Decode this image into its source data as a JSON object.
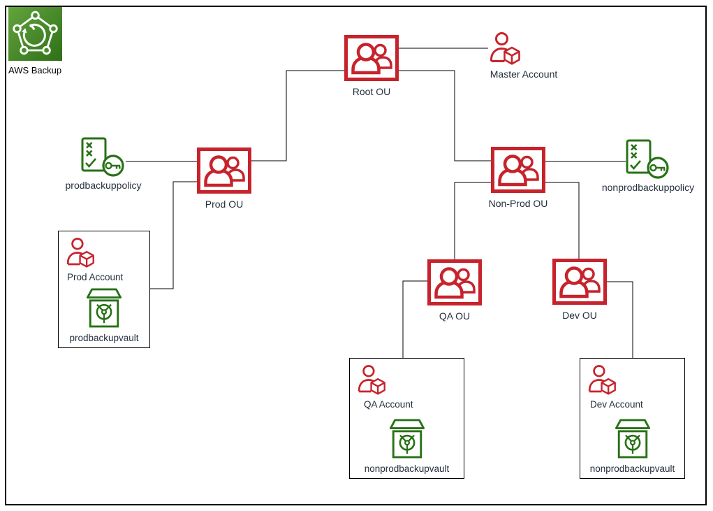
{
  "colors": {
    "red": "#C7232C",
    "green": "#277116",
    "label_text": "#232F3E",
    "line": "#000000",
    "frame": "#000000",
    "svc_grad_start": "#63A43C",
    "svc_grad_end": "#2F7019"
  },
  "service": {
    "label": "AWS Backup"
  },
  "ous": {
    "root": {
      "label": "Root OU"
    },
    "prod": {
      "label": "Prod OU"
    },
    "nonprod": {
      "label": "Non-Prod OU"
    },
    "qa": {
      "label": "QA OU"
    },
    "dev": {
      "label": "Dev OU"
    }
  },
  "accounts": {
    "master": {
      "label": "Master Account"
    },
    "prod": {
      "label": "Prod Account",
      "vault": "prodbackupvault"
    },
    "qa": {
      "label": "QA Account",
      "vault": "nonprodbackupvault"
    },
    "dev": {
      "label": "Dev Account",
      "vault": "nonprodbackupvault"
    }
  },
  "policies": {
    "prod": {
      "label": "prodbackuppolicy"
    },
    "nonprod": {
      "label": "nonprodbackuppolicy"
    }
  }
}
